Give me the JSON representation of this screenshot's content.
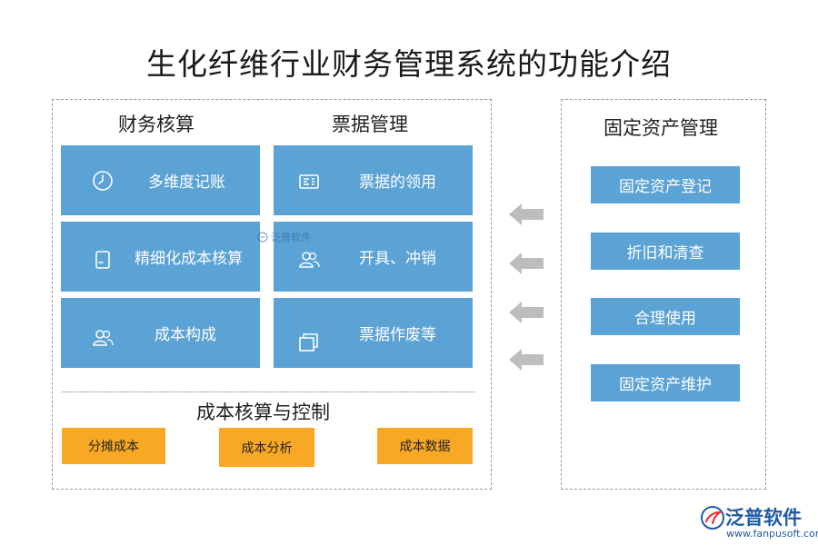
{
  "title": "生化纤维行业财务管理系统的功能介绍",
  "finance": {
    "heading": "财务核算",
    "items": [
      {
        "label": "多维度记账",
        "icon": "clock-icon"
      },
      {
        "label": "精细化成本核算",
        "icon": "document-icon"
      },
      {
        "label": "成本构成",
        "icon": "users-icon"
      }
    ]
  },
  "bills": {
    "heading": "票据管理",
    "items": [
      {
        "label": "票据的领用",
        "icon": "invoice-icon"
      },
      {
        "label": "开具、冲销",
        "icon": "users-icon"
      },
      {
        "label": "票据作废等",
        "icon": "layers-icon"
      }
    ]
  },
  "cost_control": {
    "heading": "成本核算与控制",
    "items": [
      "分摊成本",
      "成本分析",
      "成本数据"
    ]
  },
  "fixed_assets": {
    "heading": "固定资产管理",
    "items": [
      "固定资产登记",
      "折旧和清查",
      "合理使用",
      "固定资产维护"
    ]
  },
  "watermark": "泛普软件",
  "logo": {
    "name": "泛普软件",
    "url": "www.fanpusoft.com"
  },
  "colors": {
    "card_blue": "#5ba2d5",
    "orange": "#f9a825",
    "arrow_gray": "#bdbdbd",
    "logo_blue": "#1f5aa6"
  }
}
